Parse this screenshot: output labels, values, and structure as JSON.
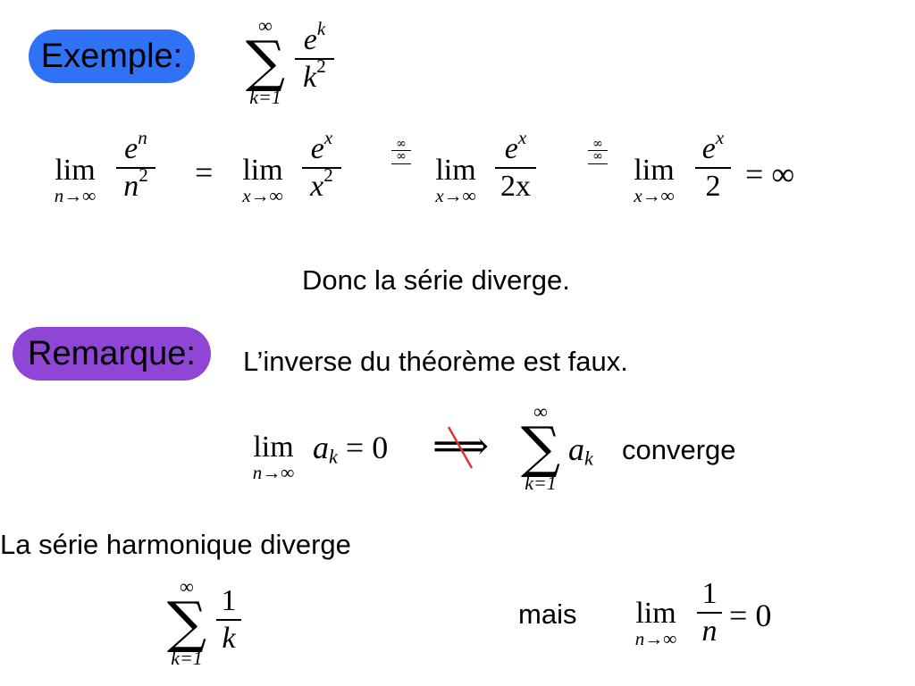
{
  "badges": {
    "example": {
      "label": "Exemple:",
      "color": "#2f72f5"
    },
    "remark": {
      "label": "Remarque:",
      "color": "#8f45d6"
    }
  },
  "math": {
    "sum_top": "∞",
    "sum_symbol": "∑",
    "sum_lower": "k=1",
    "e": "e",
    "exp_k": "k",
    "den_k": "k",
    "sq": "2",
    "lim_word": "lim",
    "lim_n": "n→∞",
    "lim_x": "x→∞",
    "exp_n": "n",
    "den_n": "n",
    "exp_x": "x",
    "den_x": "x",
    "den_2x": "2x",
    "den_2": "2",
    "equals": "=",
    "infinity": "∞",
    "hopital_mark": "∞\n∞",
    "a": "a",
    "a_sub": "k",
    "zero": "0",
    "implies": "⟹",
    "one": "1"
  },
  "text": {
    "conclusion": "Donc la série diverge.",
    "remark": "L’inverse du théorème est faux.",
    "converge": "converge",
    "harmonic": "La série harmonique diverge",
    "but": "mais"
  },
  "colors": {
    "strike": "#e0352b"
  }
}
